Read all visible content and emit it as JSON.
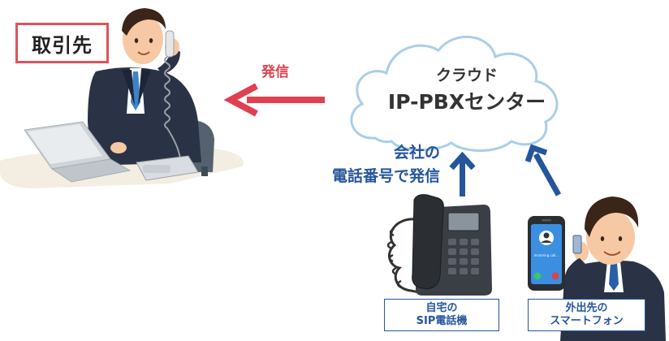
{
  "client": {
    "label": "取引先"
  },
  "outgoing": {
    "label": "発信"
  },
  "cloud": {
    "line1": "クラウド",
    "line2": "IP-PBXセンター"
  },
  "company_number": {
    "line1": "会社の",
    "line2": "電話番号で発信"
  },
  "home_phone": {
    "line1": "自宅の",
    "line2": "SIP電話機"
  },
  "mobile_phone": {
    "line1": "外出先の",
    "line2": "スマートフォン",
    "screen_text": "Incoming call..."
  },
  "colors": {
    "outgoing_arrow": "#e0404f",
    "inbound_arrow": "#25569b",
    "cloud_outline": "#a9cfe8",
    "client_box_border": "#e0525e"
  }
}
